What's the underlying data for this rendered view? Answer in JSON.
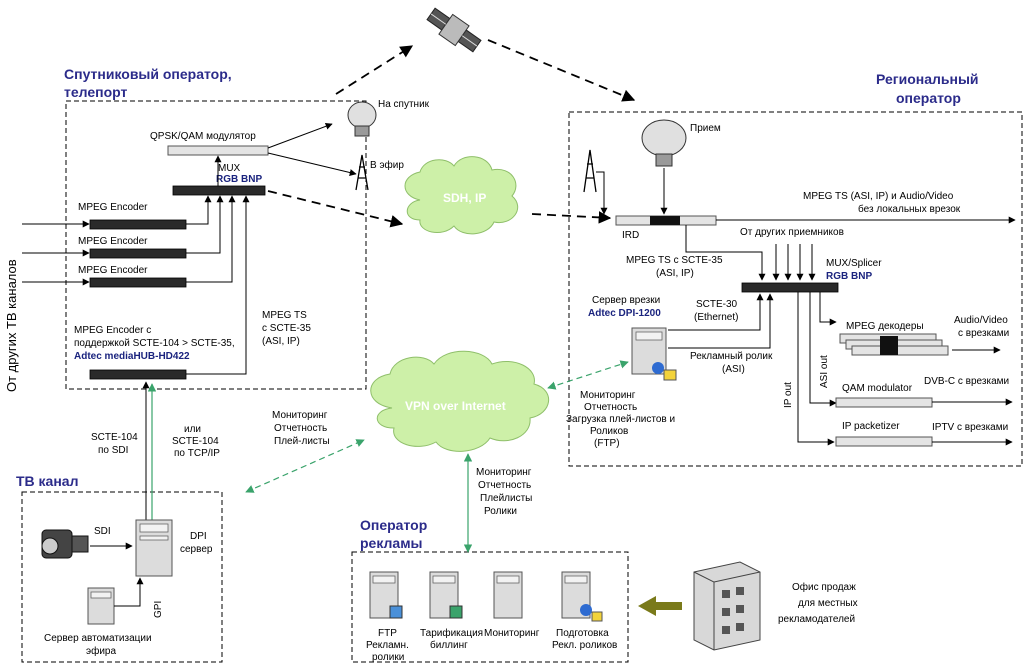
{
  "zones": {
    "satellite_operator": {
      "title_line1": "Спутниковый оператор,",
      "title_line2": "телепорт"
    },
    "regional_operator": {
      "title_line1": "Региональный",
      "title_line2": "оператор"
    },
    "tv_channel": {
      "title": "ТВ канал"
    },
    "ad_operator": {
      "title_line1": "Оператор",
      "title_line2": "рекламы"
    }
  },
  "side_label": "От других ТВ каналов",
  "clouds": {
    "sdh": "SDH, IP",
    "vpn": "VPN over Internet"
  },
  "satellite_side": {
    "modulator": "QPSK/QAM модулятор",
    "mux_label": "MUX",
    "mux_model": "RGB BNP",
    "encoder_1": "MPEG Encoder",
    "encoder_2": "MPEG Encoder",
    "encoder_3": "MPEG Encoder",
    "encoder_scte_1": "MPEG Encoder с",
    "encoder_scte_2": "поддержкой SCTE-104 > SCTE-35,",
    "encoder_scte_model": "Adtec mediaHUB-HD422",
    "mpeg_ts_1": "MPEG TS",
    "mpeg_ts_2": "с SCTE-35",
    "mpeg_ts_3": "(ASI, IP)",
    "to_satellite": "На спутник",
    "to_air": "В эфир"
  },
  "regional_side": {
    "receive": "Прием",
    "ird": "IRD",
    "mpeg_out_1": "MPEG TS (ASI, IP) и  Audio/Video",
    "mpeg_out_2": "без локальных врезок",
    "from_other": "От других приемников",
    "mpeg_scte_1": "MPEG TS с SCTE-35",
    "mpeg_scte_2": "(ASI, IP)",
    "splicer_label": "MUX/Splicer",
    "splicer_model": "RGB BNP",
    "insert_server_1": "Сервер врезки",
    "insert_server_model": "Adtec DPI-1200",
    "scte30_1": "SCTE-30",
    "scte30_2": "(Ethernet)",
    "ad_clip_1": "Рекламный ролик",
    "ad_clip_2": "(ASI)",
    "monitoring_1": "Мониторинг",
    "monitoring_2": "Отчетность",
    "monitoring_3": "Загрузка плей-листов и",
    "monitoring_4": "Роликов",
    "monitoring_5": "(FTP)",
    "decoders": "MPEG декодеры",
    "av_out_1": "Audio/Video",
    "av_out_2": "с врезками",
    "asi_out": "ASI out",
    "qam_mod": "QAM modulator",
    "dvbc_out": "DVB-C с врезками",
    "ip_out": "IP out",
    "ip_pack": "IP packetizer",
    "iptv_out": "IPTV с врезками"
  },
  "links": {
    "scte104_sdi_1": "SCTE-104",
    "scte104_sdi_2": "по SDI",
    "scte104_ip_1": "или",
    "scte104_ip_2": "SCTE-104",
    "scte104_ip_3": "по TCP/IP",
    "mon_left_1": "Мониторинг",
    "mon_left_2": "Отчетность",
    "mon_left_3": "Плей-листы",
    "mon_bottom_1": "Мониторинг",
    "mon_bottom_2": "Отчетность",
    "mon_bottom_3": "Плейлисты",
    "mon_bottom_4": "Ролики"
  },
  "tv_channel_side": {
    "sdi": "SDI",
    "dpi_1": "DPI",
    "dpi_2": "сервер",
    "gpi": "GPI",
    "auto_server_1": "Сервер автоматизации",
    "auto_server_2": "эфира"
  },
  "ad_operator_side": {
    "ftp_1": "FTP",
    "ftp_2": "Рекламн.",
    "ftp_3": "ролики",
    "billing_1": "Тарификация",
    "billing_2": "биллинг",
    "monitoring": "Мониторинг",
    "prep_1": "Подготовка",
    "prep_2": "Рекл. роликов"
  },
  "sales_office": {
    "line1": "Офис продаж",
    "line2": "для местных",
    "line3": "рекламодателей"
  },
  "colors": {
    "cloud_fill": "#cdf0a8",
    "green_link": "#3aa36b",
    "heading": "#2b2b8a",
    "arrow_olive": "#7a7a1a"
  }
}
